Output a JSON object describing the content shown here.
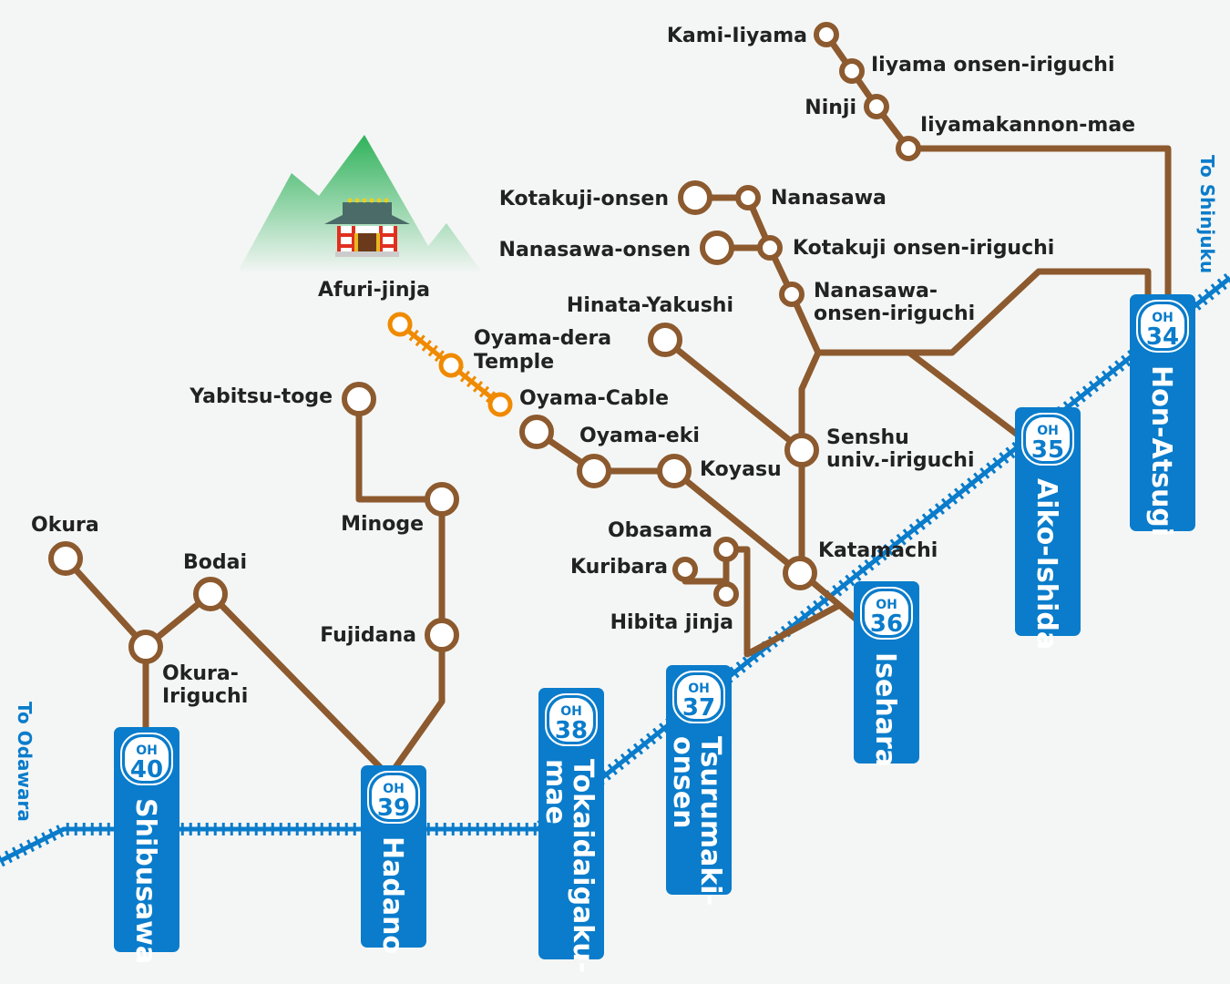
{
  "colors": {
    "odakyu": "#0a7ccb",
    "bus": "#8c5a2e",
    "cable": "#f08a00",
    "background": "#f4f6f5"
  },
  "directions": {
    "west": "To Odawara",
    "east": "To Shinjuku"
  },
  "line_stations": [
    {
      "code_prefix": "OH",
      "number": "40",
      "name": "Shibusawa"
    },
    {
      "code_prefix": "OH",
      "number": "39",
      "name": "Hadano"
    },
    {
      "code_prefix": "OH",
      "number": "38",
      "name": "Tokaidaigaku-",
      "name2": "mae"
    },
    {
      "code_prefix": "OH",
      "number": "37",
      "name": "Tsurumaki-",
      "name2": "onsen"
    },
    {
      "code_prefix": "OH",
      "number": "36",
      "name": "Isehara"
    },
    {
      "code_prefix": "OH",
      "number": "35",
      "name": "Aiko-Ishida"
    },
    {
      "code_prefix": "OH",
      "number": "34",
      "name": "Hon-Atsugi"
    }
  ],
  "stops": {
    "kami_iiyama": "Kami-Iiyama",
    "iiyama_onsen": "Iiyama onsen-iriguchi",
    "ninji": "Ninji",
    "iiyamakannon": "Iiyamakannon-mae",
    "kotakuji_onsen": "Kotakuji-onsen",
    "nanasawa": "Nanasawa",
    "nanasawa_onsen": "Nanasawa-onsen",
    "kotakuji_iriguchi": "Kotakuji onsen-iriguchi",
    "nanasawa_iriguchi_1": "Nanasawa-",
    "nanasawa_iriguchi_2": "onsen-iriguchi",
    "hinata": "Hinata-Yakushi",
    "senshu_1": "Senshu",
    "senshu_2": "univ.-iriguchi",
    "afuri": "Afuri-jinja",
    "oyamadera_1": "Oyama-dera",
    "oyamadera_2": "Temple",
    "oyama_cable": "Oyama-Cable",
    "oyama_eki": "Oyama-eki",
    "koyasu": "Koyasu",
    "yabitsu": "Yabitsu-toge",
    "minoge": "Minoge",
    "fujidana": "Fujidana",
    "obasama": "Obasama",
    "kuribara": "Kuribara",
    "hibita": "Hibita jinja",
    "katamachi": "Katamachi",
    "okura": "Okura",
    "bodai": "Bodai",
    "okura_iriguchi_1": "Okura-",
    "okura_iriguchi_2": "Iriguchi"
  }
}
